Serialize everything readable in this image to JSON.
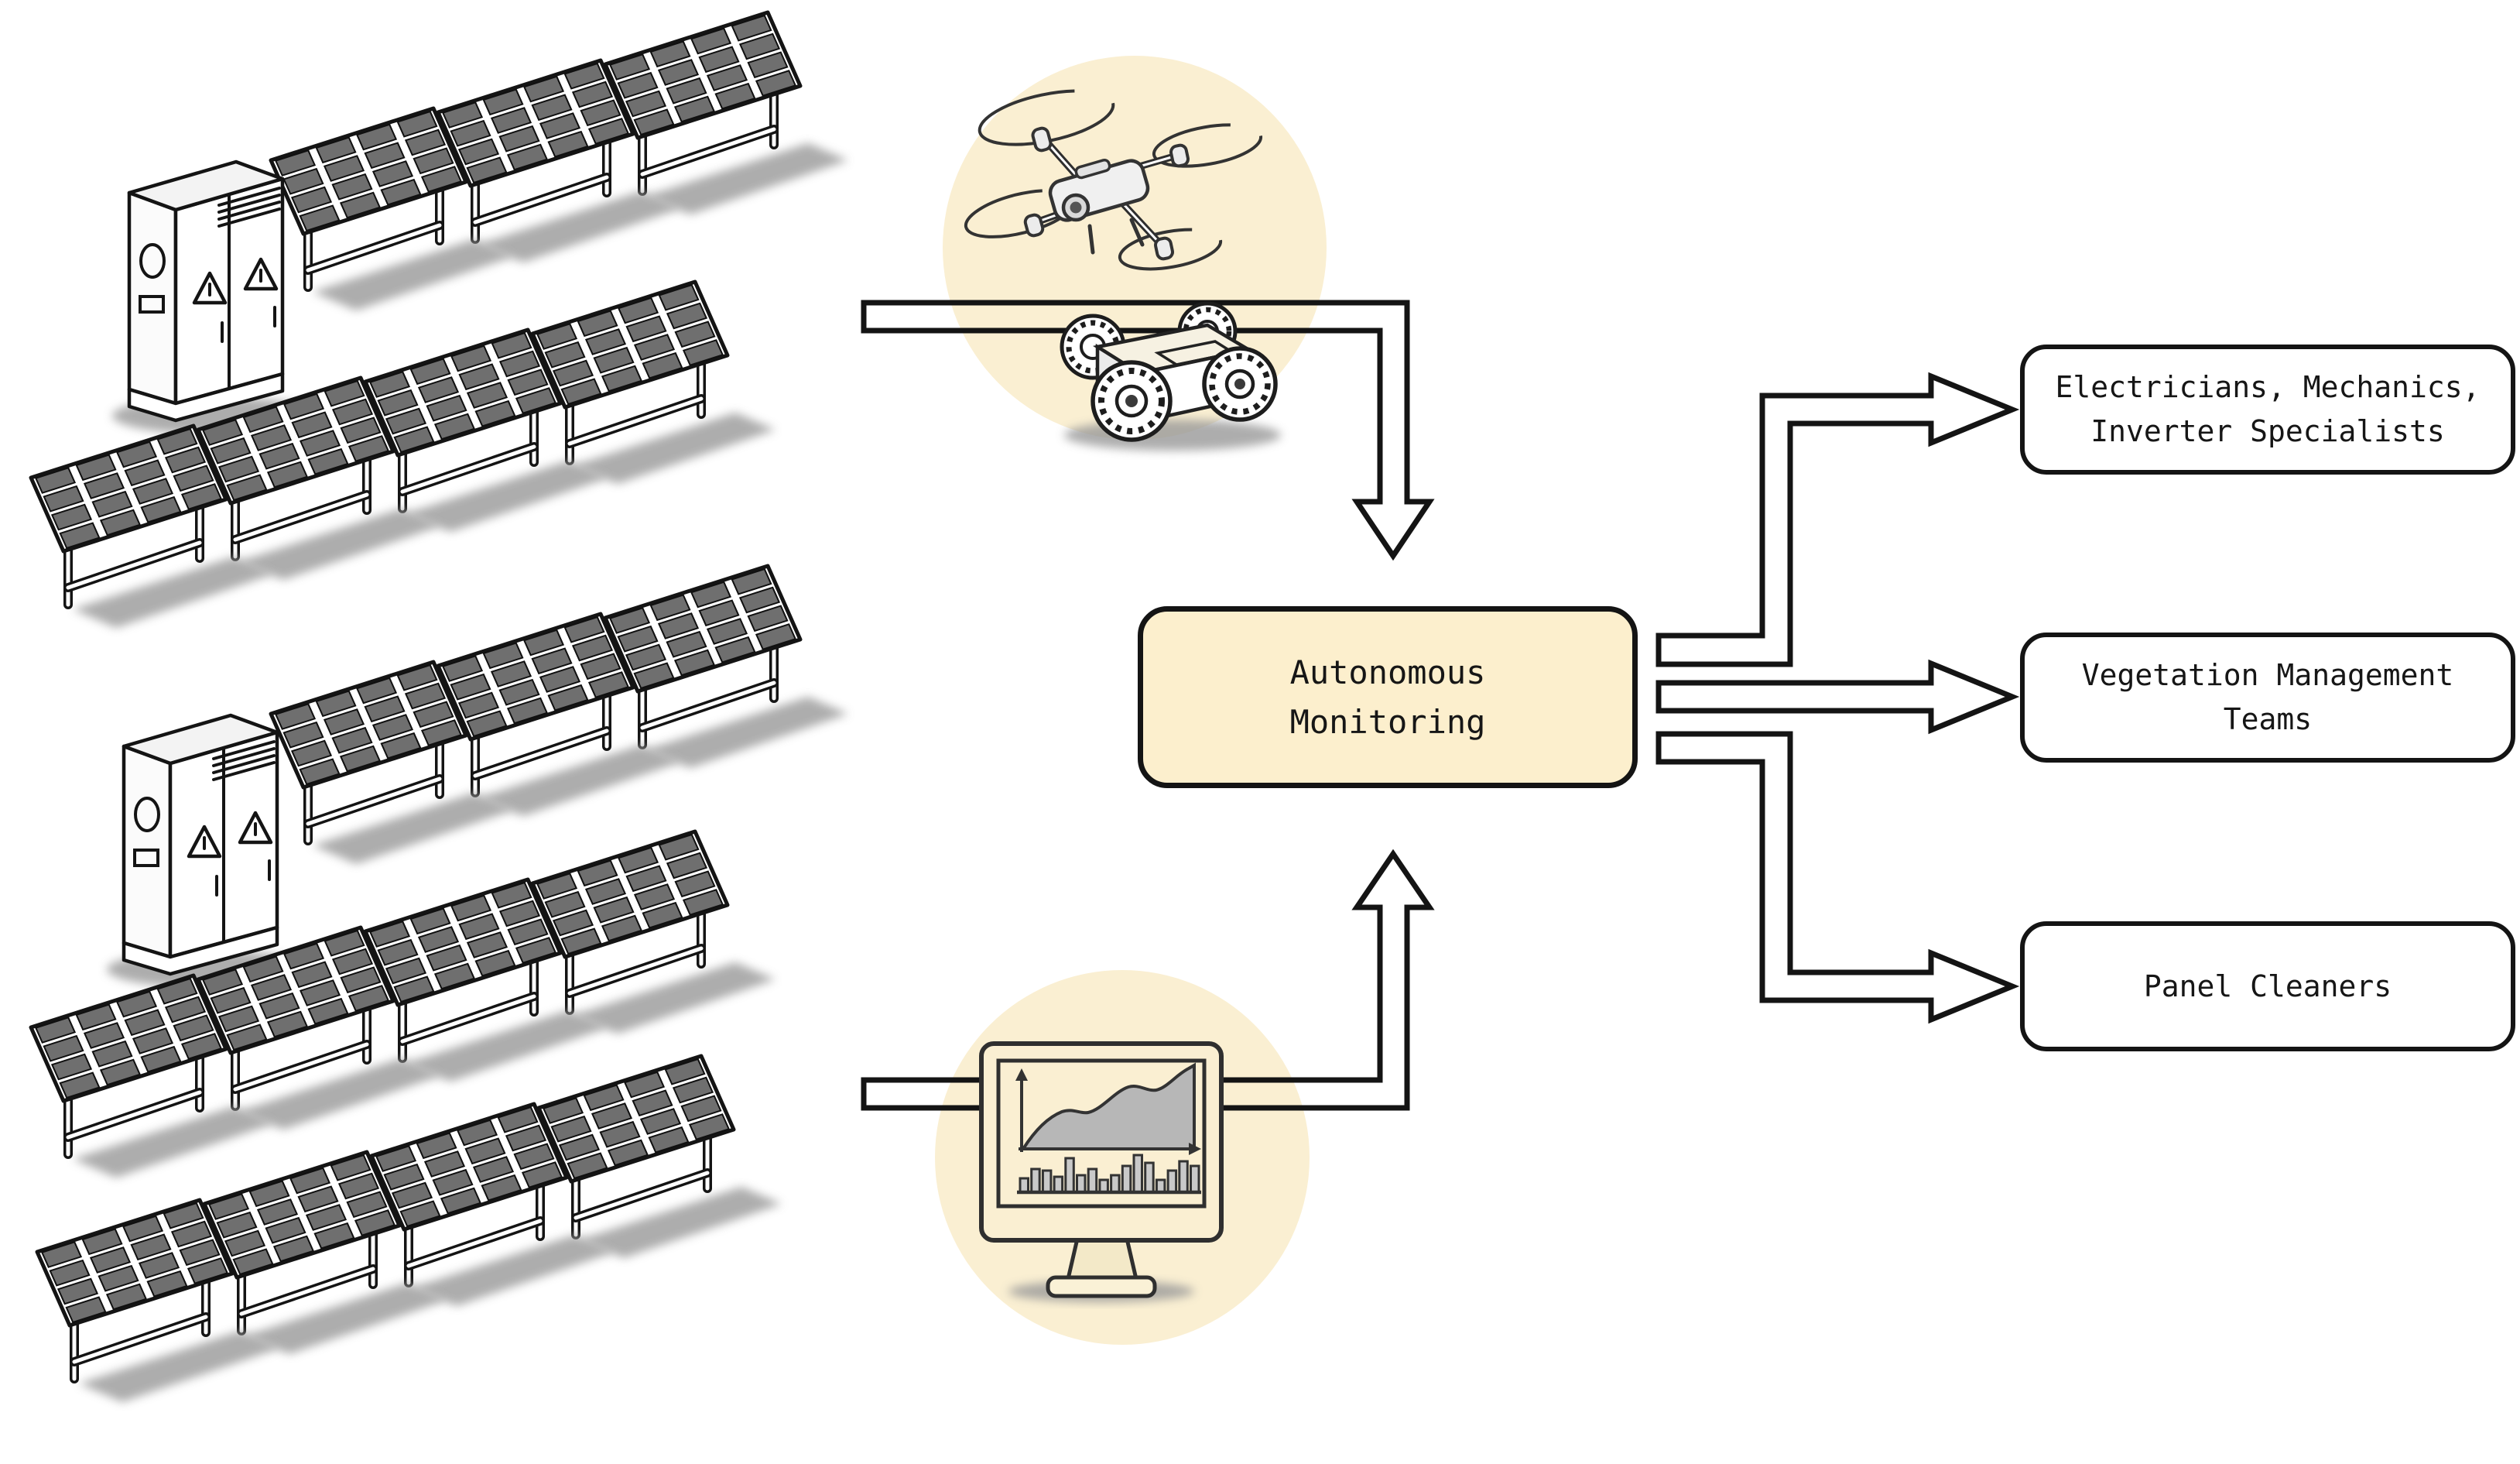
{
  "colors": {
    "background": "#ffffff",
    "outline": "#141414",
    "center_box_fill": "#FCEFCD",
    "circle_fill": "#FAEFD2",
    "output_box_fill": "#ffffff",
    "panel_cell_gray": "#6f6f6f",
    "shadow_gray": "#999999"
  },
  "center_box": {
    "lines": [
      "Autonomous",
      "Monitoring"
    ]
  },
  "outputs": [
    {
      "lines": [
        "Electricians, Mechanics,",
        "Inverter Specialists"
      ]
    },
    {
      "lines": [
        "Vegetation Management",
        "Teams"
      ]
    },
    {
      "lines": [
        "Panel Cleaners"
      ]
    }
  ],
  "input_groups": {
    "field_robots": {
      "icons": [
        "drone-icon",
        "rover-icon"
      ]
    },
    "analytics": {
      "icons": [
        "monitoring-dashboard-icon"
      ]
    }
  },
  "farm": {
    "rows": [
      {
        "inverter": true,
        "panel_count": 3
      },
      {
        "inverter": false,
        "panel_count": 4
      },
      {
        "inverter": true,
        "panel_count": 3
      },
      {
        "inverter": false,
        "panel_count": 4
      },
      {
        "inverter": false,
        "panel_count": 4
      }
    ]
  },
  "monitor": {
    "bar_heights": [
      18,
      30,
      28,
      20,
      44,
      22,
      30,
      16,
      22,
      34,
      48,
      38,
      16,
      28,
      40,
      34
    ]
  }
}
